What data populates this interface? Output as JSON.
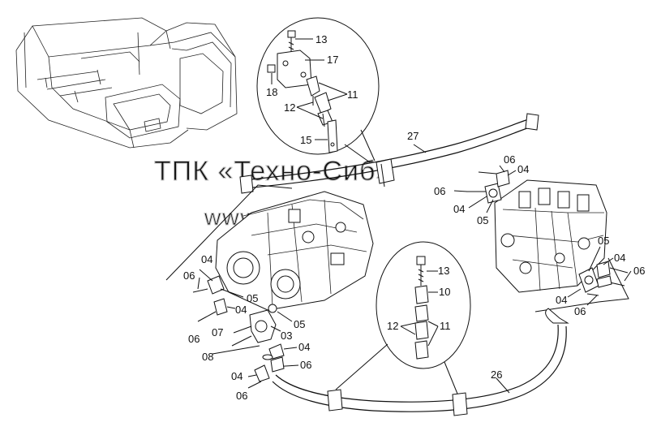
{
  "watermark": {
    "line1": "ТПК «Техно-Сиб»",
    "line2": "www.tpkts.ru"
  },
  "labels": {
    "top_callout": {
      "n13": "13",
      "n17": "17",
      "n18": "18",
      "n11": "11",
      "n12": "12",
      "n15": "15"
    },
    "upper_hose": "27",
    "valve_upper": {
      "n06a": "06",
      "n04a": "04",
      "n06b": "06",
      "n04b": "04",
      "n05": "05"
    },
    "valve_right": {
      "n05": "05",
      "n04a": "04",
      "n06a": "06",
      "n04b": "04",
      "n06b": "06"
    },
    "pump": {
      "n06": "06",
      "n04a": "04",
      "n05a": "05",
      "n04b": "04",
      "n06b": "06",
      "n07": "07",
      "n03": "03",
      "n05b": "05",
      "n08": "08",
      "n04c": "04",
      "n06c": "06",
      "n04d": "04",
      "n06d": "06"
    },
    "bottom_callout": {
      "n13": "13",
      "n10": "10",
      "n12": "12",
      "n11": "11"
    },
    "lower_hose": "26"
  }
}
